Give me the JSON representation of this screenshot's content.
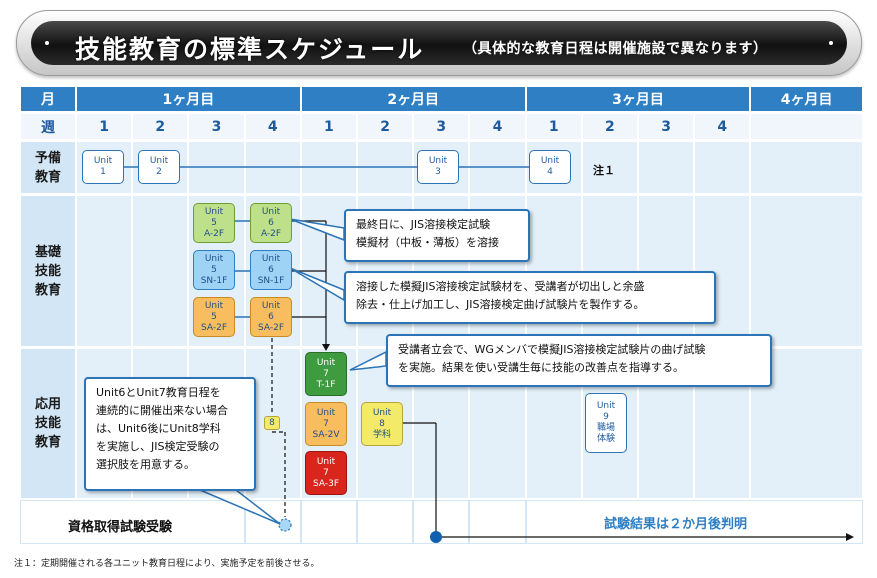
{
  "title": "技能教育の標準スケジュール",
  "subtitle": "（具体的な教育日程は開催施設で異なります）",
  "header": {
    "month_label": "月",
    "week_label": "週",
    "months": [
      "1ヶ月目",
      "2ヶ月目",
      "3ヶ月目",
      "4ヶ月目"
    ],
    "weeks": [
      "1",
      "2",
      "3",
      "4",
      "1",
      "2",
      "3",
      "4",
      "1",
      "2",
      "3",
      "4"
    ]
  },
  "rows": {
    "preparatory": "予備\n教育",
    "basic": "基礎\n技能\n教育",
    "applied": "応用\n技能\n教育"
  },
  "units": {
    "u1": {
      "line1": "Unit",
      "line2": "1"
    },
    "u2": {
      "line1": "Unit",
      "line2": "2"
    },
    "u3": {
      "line1": "Unit",
      "line2": "3"
    },
    "u4": {
      "line1": "Unit",
      "line2": "4"
    },
    "u5a": {
      "line1": "Unit",
      "line2": "5",
      "line3": "A-2F"
    },
    "u6a": {
      "line1": "Unit",
      "line2": "6",
      "line3": "A-2F"
    },
    "u5sn": {
      "line1": "Unit",
      "line2": "5",
      "line3": "SN-1F"
    },
    "u6sn": {
      "line1": "Unit",
      "line2": "6",
      "line3": "SN-1F"
    },
    "u5sa": {
      "line1": "Unit",
      "line2": "5",
      "line3": "SA-2F"
    },
    "u6sa": {
      "line1": "Unit",
      "line2": "6",
      "line3": "SA-2F"
    },
    "u7t": {
      "line1": "Unit",
      "line2": "7",
      "line3": "T-1F"
    },
    "u7sa2v": {
      "line1": "Unit",
      "line2": "7",
      "line3": "SA-2V"
    },
    "u7sa3f": {
      "line1": "Unit",
      "line2": "7",
      "line3": "SA-3F"
    },
    "u8": {
      "line1": "Unit",
      "line2": "8",
      "line3": "学科"
    },
    "u9": {
      "line1": "Unit",
      "line2": "9",
      "line3": "職場",
      "line4": "体験"
    },
    "u8small": "8"
  },
  "note1_label": "注１",
  "callouts": {
    "c1": [
      "最終日に、JIS溶接検定試験",
      "模擬材（中板・薄板）を溶接"
    ],
    "c2": [
      "溶接した模擬JIS溶接検定試験材を、受講者が切出しと余盛",
      "除去・仕上げ加工し、JIS溶接検定曲げ試験片を製作する。"
    ],
    "c3": [
      "受講者立会で、WGメンバで模擬JIS溶接検定試験片の曲げ試験",
      "を実施。結果を使い受講生毎に技能の改善点を指導する。"
    ],
    "c4": [
      "Unit6とUnit7教育日程を",
      "連続的に開催出来ない場合",
      "は、Unit6後にUnit8学科",
      "を実施し、JIS検定受験の",
      "選択肢を用意する。"
    ]
  },
  "bottom": {
    "exam_label": "資格取得試験受験",
    "result_label": "試験結果は２か月後判明"
  },
  "footnote": "注１：定期開催される各ユニット教育日程により、実施予定を前後させる。",
  "colors": {
    "header_blue": "#2e7fc4",
    "row_label_bg": "#d3e6f5",
    "cell_bg": "#e3eff9",
    "unit_border": "#2b74b8",
    "result_text": "#2e7fc4"
  }
}
